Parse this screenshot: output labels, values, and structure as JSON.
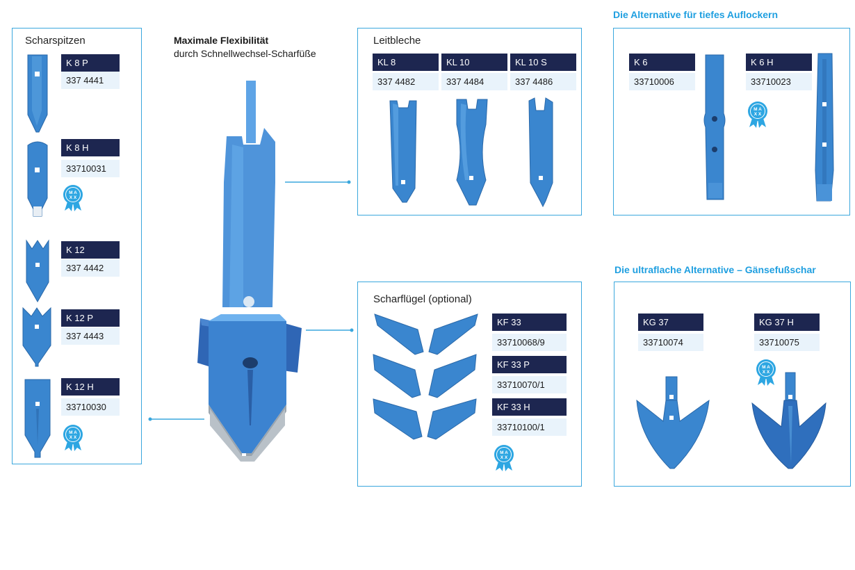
{
  "heading": {
    "line1": "Maximale Flexibilität",
    "line2": "durch Schnellwechsel-Scharfüße"
  },
  "badge_label": "MAXX",
  "colors": {
    "steel_blue": "#3a86cf",
    "code_bg": "#1d2650",
    "accent": "#1f9fe0",
    "num_bg": "#e9f3fb"
  },
  "scharspitzen": {
    "title": "Scharspitzen",
    "items": [
      {
        "code": "K 8 P",
        "number": "337 4441"
      },
      {
        "code": "K 8 H",
        "number": "33710031"
      },
      {
        "code": "K 12",
        "number": "337 4442"
      },
      {
        "code": "K 12 P",
        "number": "337 4443"
      },
      {
        "code": "K 12 H",
        "number": "33710030"
      }
    ]
  },
  "leitbleche": {
    "title": "Leitbleche",
    "items": [
      {
        "code": "KL 8",
        "number": "337 4482"
      },
      {
        "code": "KL 10",
        "number": "337 4484"
      },
      {
        "code": "KL 10 S",
        "number": "337 4486"
      }
    ]
  },
  "scharfluegel": {
    "title": "Scharflügel (optional)",
    "items": [
      {
        "code": "KF 33",
        "number": "33710068/9"
      },
      {
        "code": "KF 33 P",
        "number": "33710070/1"
      },
      {
        "code": "KF 33 H",
        "number": "33710100/1"
      }
    ]
  },
  "tief": {
    "title": "Die Alternative für tiefes Auflockern",
    "items": [
      {
        "code": "K 6",
        "number": "33710006"
      },
      {
        "code": "K 6 H",
        "number": "33710023"
      }
    ]
  },
  "flach": {
    "title": "Die ultraflache Alternative – Gänsefußschar",
    "items": [
      {
        "code": "KG 37",
        "number": "33710074"
      },
      {
        "code": "KG 37 H",
        "number": "33710075"
      }
    ]
  }
}
